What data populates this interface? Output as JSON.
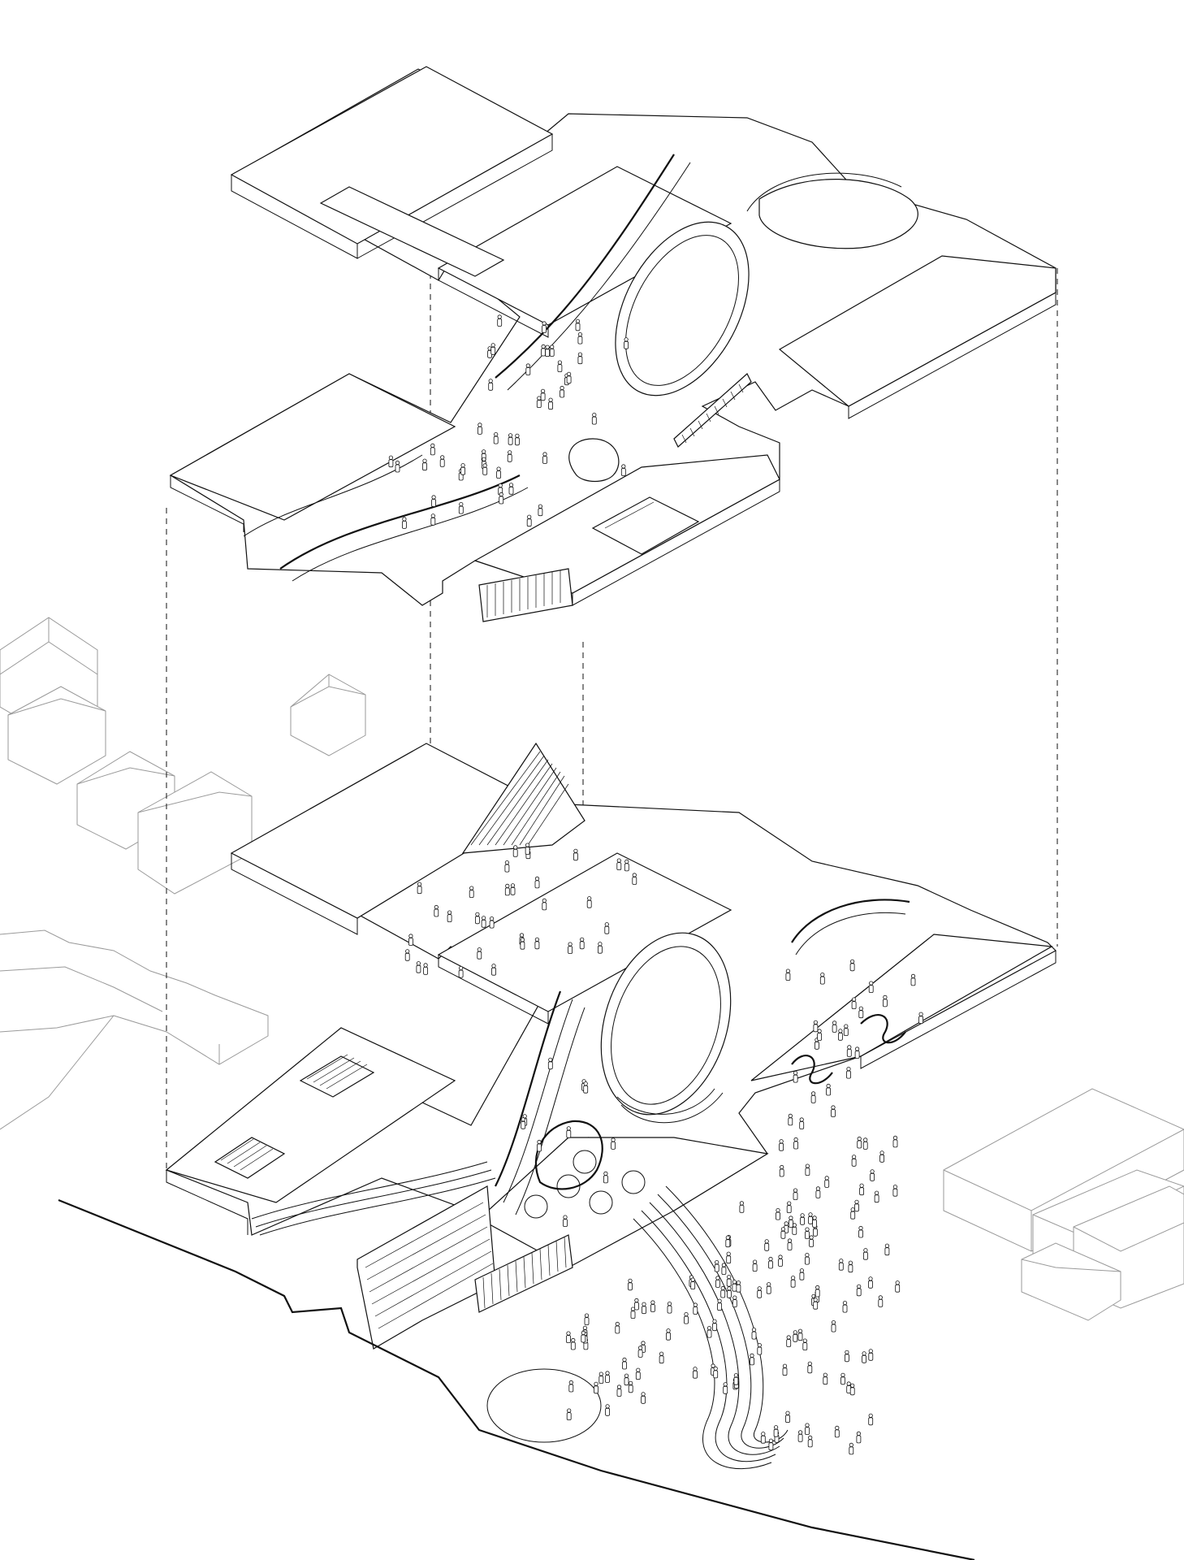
{
  "diagram": {
    "levels": [
      {
        "id": "upper-floor"
      },
      {
        "id": "ground-floor"
      }
    ],
    "context_buildings_left": 5,
    "context_buildings_right": 4,
    "colors": {
      "line": "#111111",
      "context": "#9a9a9a",
      "background": "#ffffff"
    }
  }
}
